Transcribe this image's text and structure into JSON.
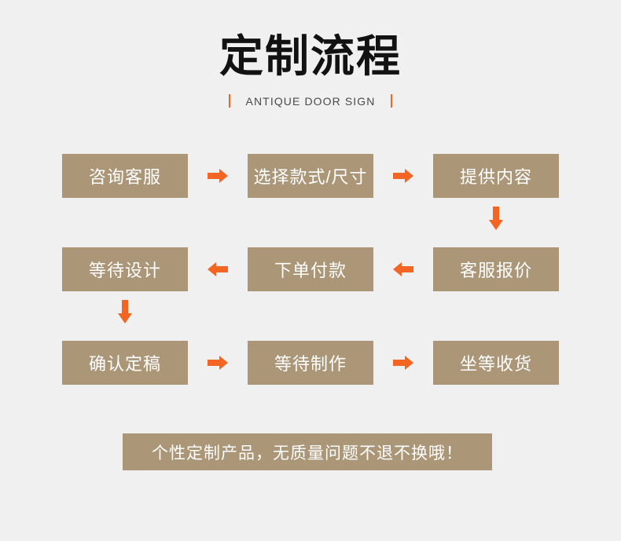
{
  "theme": {
    "background": "#f0f0f0",
    "box_color": "#ab9778",
    "accent_color": "#f26522",
    "title_color": "#121212",
    "box_text_color": "#ffffff"
  },
  "header": {
    "title": "定制流程",
    "subtitle": "ANTIQUE DOOR SIGN",
    "left_bar": "",
    "right_bar": ""
  },
  "flow": {
    "rows": [
      {
        "direction": "right",
        "cells": [
          {
            "label": "咨询客服",
            "down_arrow": false
          },
          {
            "label": "选择款式/尺寸",
            "down_arrow": false
          },
          {
            "label": "提供内容",
            "down_arrow": true
          }
        ],
        "connectors": [
          "arrow-right",
          "arrow-right"
        ]
      },
      {
        "direction": "left",
        "cells": [
          {
            "label": "等待设计",
            "down_arrow": true
          },
          {
            "label": "下单付款",
            "down_arrow": false
          },
          {
            "label": "客服报价",
            "down_arrow": false
          }
        ],
        "connectors": [
          "arrow-left",
          "arrow-left"
        ]
      },
      {
        "direction": "right",
        "cells": [
          {
            "label": "确认定稿",
            "down_arrow": false
          },
          {
            "label": "等待制作",
            "down_arrow": false
          },
          {
            "label": "坐等收货",
            "down_arrow": false
          }
        ],
        "connectors": [
          "arrow-right",
          "arrow-right"
        ]
      }
    ]
  },
  "footer": {
    "notice": "个性定制产品，无质量问题不退不换哦！"
  }
}
